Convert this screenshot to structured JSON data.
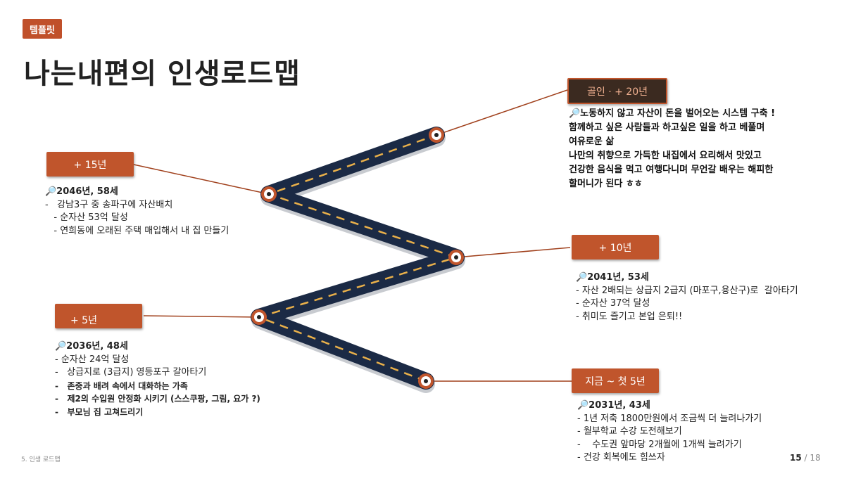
{
  "tag": "템플릿",
  "title": "나는내편의 인생로드맵",
  "goal": {
    "label": "골인 · + 20년",
    "lines": [
      "🔎노동하지 않고 자산이 돈을 벌어오는 시스템 구축 !",
      "함께하고 싶은 사람들과 하고싶은 일을 하고 베풀며",
      "여유로운 삶",
      "나만의 취향으로 가득한 내집에서 요리해서 맛있고",
      "건강한 음식을 먹고 여행다니며 무언갈 배우는 해피한",
      "할머니가 된다 ㅎㅎ"
    ]
  },
  "stage15": {
    "label": "+ 15년",
    "head": "🔎2046년, 58세",
    "lines": [
      "-   강남3구 중 송파구에 자산배치",
      "   - 순자산 53억 달성",
      "   - 연희동에 오래된 주택 매입해서 내 집 만들기"
    ]
  },
  "stage10": {
    "label": "+ 10년",
    "head": "🔎2041년, 53세",
    "lines": [
      "- 자산 2배되는 상급지 2급지 (마포구,용산구)로  갈아타기",
      "- 순자산 37억 달성",
      "- 취미도 즐기고 본업 은퇴!!"
    ]
  },
  "stage5": {
    "label": "+ 5년",
    "head": "🔎2036년, 48세",
    "lines": [
      "- 순자산 24억 달성",
      "-   상급지로 (3급지) 영등포구 갈아타기"
    ],
    "bold_lines": [
      "-   존중과 배려 속에서 대화하는 가족",
      "-   제2의 수입원 안정화 시키기 (스스쿠팡, 그림, 요가 ?)",
      "-   부모님 집 고쳐드리기"
    ]
  },
  "stage0": {
    "label": "지금 ~ 첫 5년",
    "head": "🔎2031년, 43세",
    "lines": [
      "- 1년 저축 1800만원에서 조금씩 더 늘려나가기",
      "- 월부학교 수강 도전해보기",
      "-    수도권 앞마당 2개월에 1개씩 늘려가기",
      "- 건강 회복에도 힘쓰자"
    ]
  },
  "footer": "5. 인생 로드맵",
  "page": {
    "current": "15",
    "sep": " / ",
    "total": "18"
  },
  "colors": {
    "accent": "#c0552c",
    "road": "#1b2a45",
    "dash": "#e9b04a",
    "connector": "#a0401c"
  }
}
